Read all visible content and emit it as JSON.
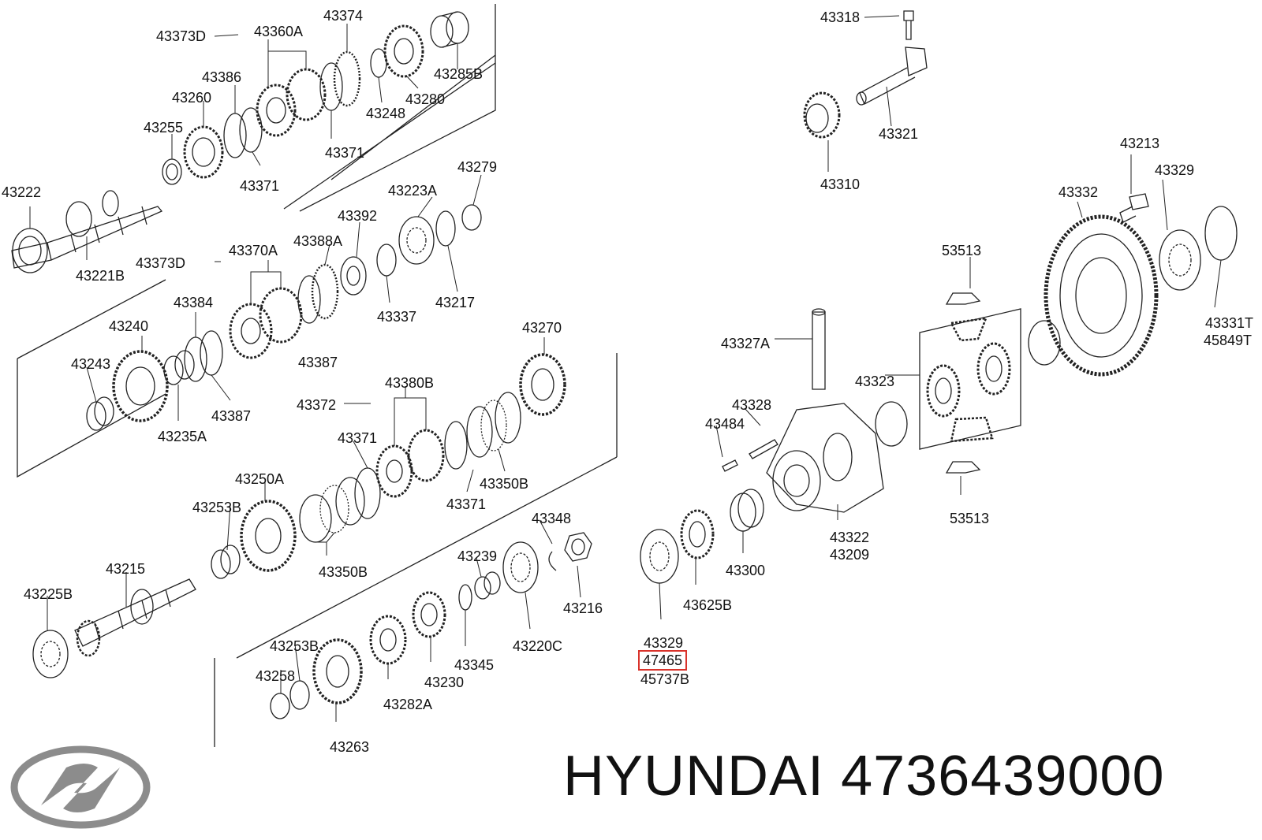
{
  "labels": {
    "p43373D_a": "43373D",
    "p43360A": "43360A",
    "p43374": "43374",
    "p43285B": "43285B",
    "p43386": "43386",
    "p43260": "43260",
    "p43280": "43280",
    "p43248": "43248",
    "p43255": "43255",
    "p43371_a": "43371",
    "p43371_b": "43371",
    "p43222": "43222",
    "p43221B": "43221B",
    "p43279": "43279",
    "p43223A": "43223A",
    "p43392": "43392",
    "p43388A": "43388A",
    "p43373D_b": "43373D",
    "p43370A": "43370A",
    "p43337": "43337",
    "p43217": "43217",
    "p43384": "43384",
    "p43240": "43240",
    "p43387_a": "43387",
    "p43387_b": "43387",
    "p43243": "43243",
    "p43235A": "43235A",
    "p43270": "43270",
    "p43380B": "43380B",
    "p43372": "43372",
    "p43371_c": "43371",
    "p43350B_a": "43350B",
    "p43371_d": "43371",
    "p43250A": "43250A",
    "p43253B_a": "43253B",
    "p43350B_b": "43350B",
    "p43348": "43348",
    "p43239": "43239",
    "p43216": "43216",
    "p43215": "43215",
    "p43225B": "43225B",
    "p43220C": "43220C",
    "p43253B_b": "43253B",
    "p43345": "43345",
    "p43258": "43258",
    "p43230": "43230",
    "p43282A": "43282A",
    "p43263": "43263",
    "p43318": "43318",
    "p43321": "43321",
    "p43310": "43310",
    "p43213": "43213",
    "p43329_a": "43329",
    "p43332": "43332",
    "p53513_a": "53513",
    "p43331T": "43331T",
    "p45849T": "45849T",
    "p43327A": "43327A",
    "p43323": "43323",
    "p43328": "43328",
    "p43484": "43484",
    "p43322": "43322",
    "p43209": "43209",
    "p53513_b": "53513",
    "p43300": "43300",
    "p43625B": "43625B",
    "p43329_b": "43329",
    "p47465": "47465",
    "p45737B": "45737B"
  },
  "brand": {
    "name": "HYUNDAI",
    "part_number": "4736439000",
    "logo_icon": "hyundai-logo-icon"
  },
  "colors": {
    "ink": "#111111",
    "highlight": "#d9332b",
    "logo": "#8c8c8c"
  }
}
